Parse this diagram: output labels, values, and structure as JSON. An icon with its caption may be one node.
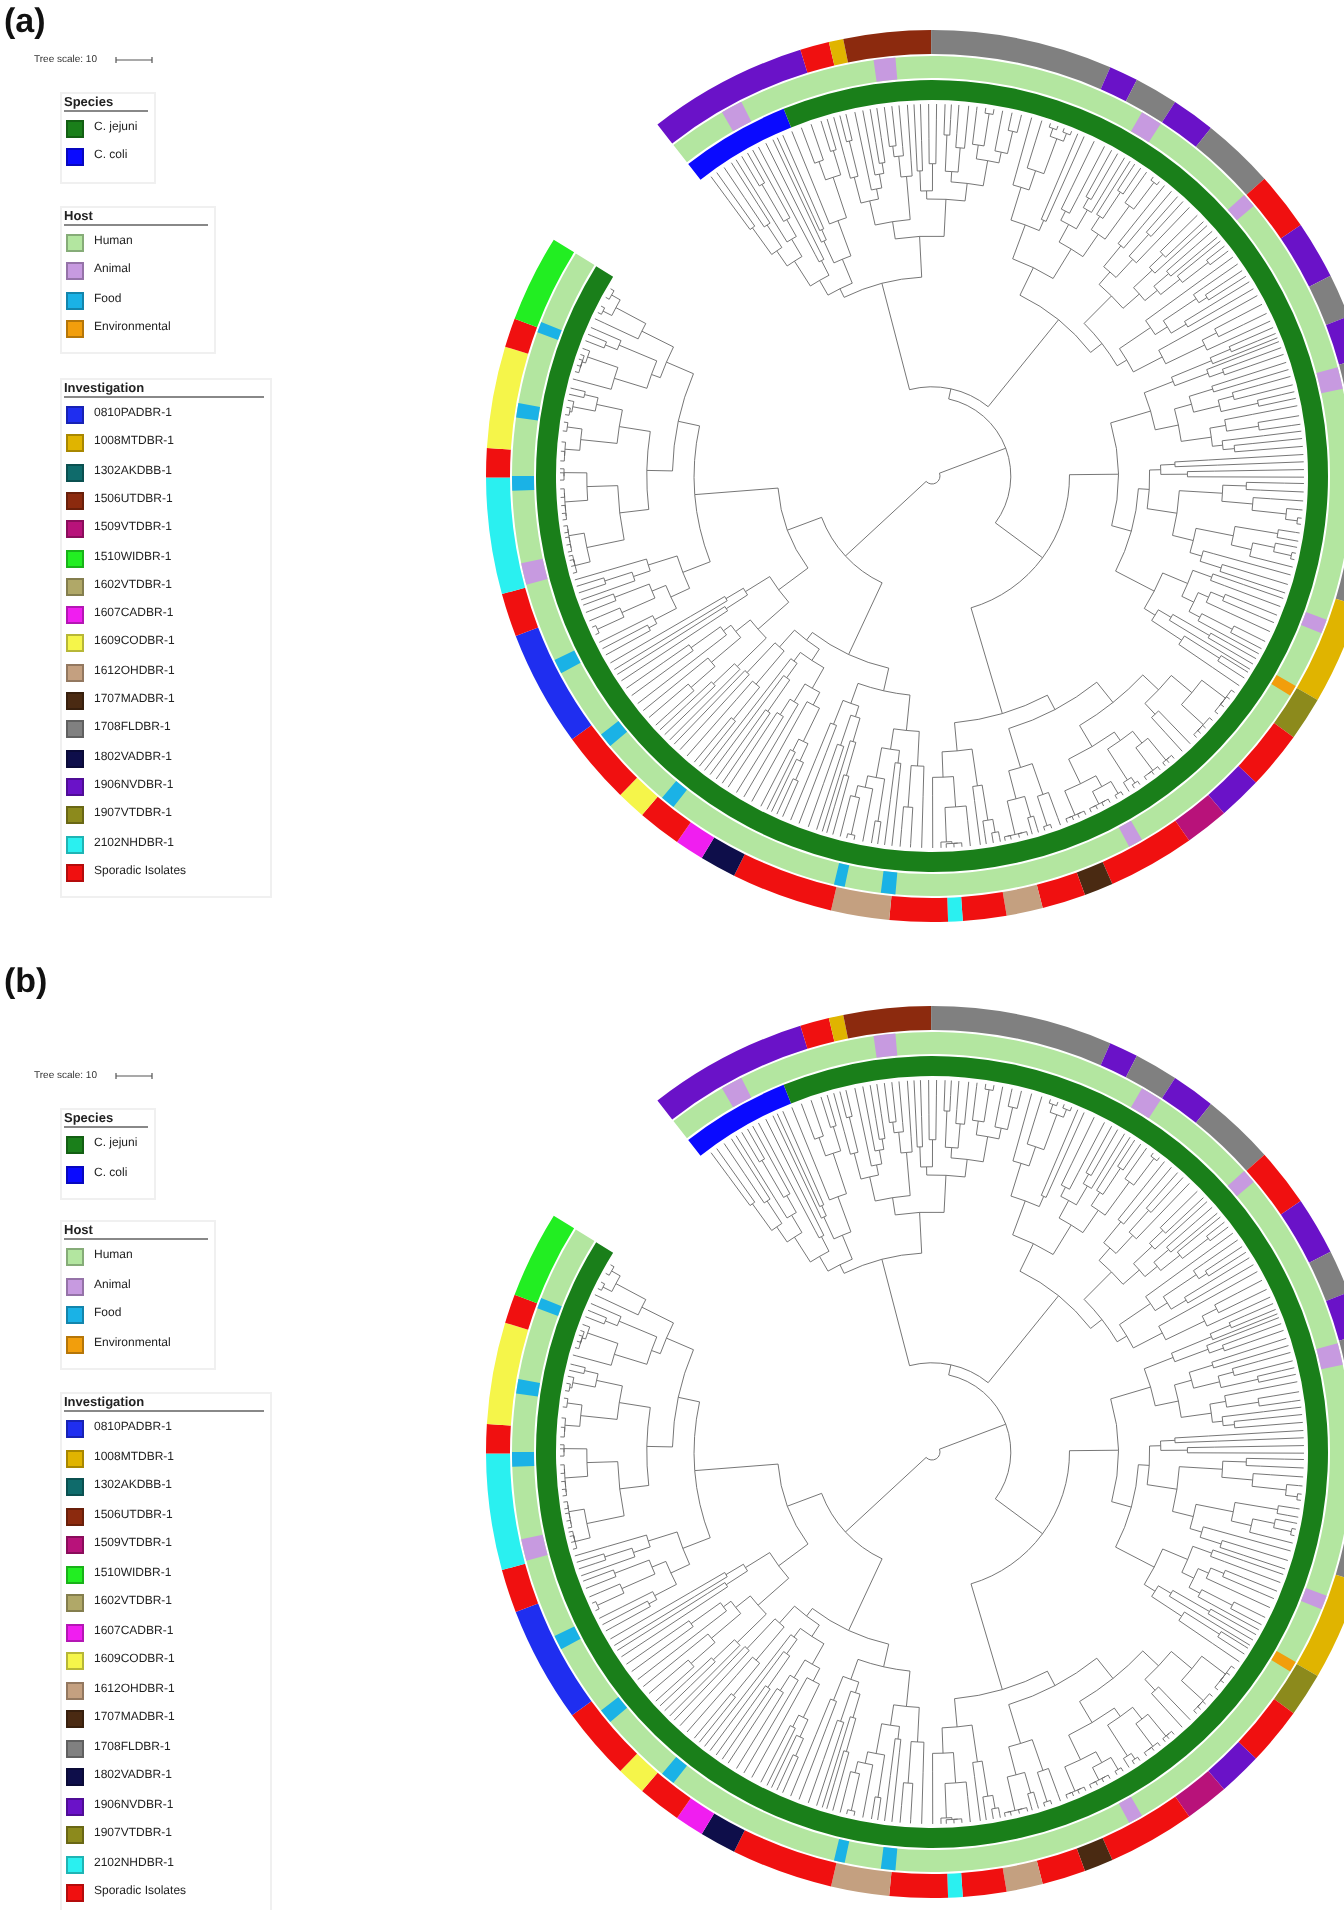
{
  "diagram": {
    "labels": [
      "(a)",
      "Tree scale: 10",
      "Species",
      "Host",
      "Investigation",
      "(b)",
      "Tree scale: 10",
      "Species",
      "Host",
      "Investigation"
    ],
    "legend": [
      {
        "text": "C. jejuni",
        "color": "#1a7f1a"
      },
      {
        "text": "C. coli",
        "color": "#0a0aff"
      },
      {
        "text": "Human",
        "color": "#b3e6a0"
      },
      {
        "text": "Animal",
        "color": "#c79ae0"
      },
      {
        "text": "Food",
        "color": "#1ab2e6"
      },
      {
        "text": "Environmental",
        "color": "#f29e0c"
      },
      {
        "text": "0810PADBR-1",
        "color": "#1f2ef0"
      },
      {
        "text": "1008MTDBR-1",
        "color": "#e0b400"
      },
      {
        "text": "1302AKDBB-1",
        "color": "#0f6b6b"
      },
      {
        "text": "1506UTDBR-1",
        "color": "#8c2a0e"
      },
      {
        "text": "1509VTDBR-1",
        "color": "#b8127a"
      },
      {
        "text": "1510WIDBR-1",
        "color": "#22ee22"
      },
      {
        "text": "1602VTDBR-1",
        "color": "#b0a868"
      },
      {
        "text": "1607CADBR-1",
        "color": "#f01ef0"
      },
      {
        "text": "1609CODBR-1",
        "color": "#f5f54a"
      },
      {
        "text": "1612OHDBR-1",
        "color": "#c4a080"
      },
      {
        "text": "1707MADBR-1",
        "color": "#4a2a12"
      },
      {
        "text": "1708FLDBR-1",
        "color": "#808080"
      },
      {
        "text": "1802VADBR-1",
        "color": "#0e0e4a"
      },
      {
        "text": "1906NVDBR-1",
        "color": "#6a12c8"
      },
      {
        "text": "1907VTDBR-1",
        "color": "#8c8a1c"
      },
      {
        "text": "2102NHDBR-1",
        "color": "#2af0f0"
      },
      {
        "text": "Sporadic Isolates",
        "color": "#f01010"
      },
      {
        "text": "C. jejuni",
        "color": "#1a7f1a"
      },
      {
        "text": "C. coli",
        "color": "#0a0aff"
      },
      {
        "text": "Human",
        "color": "#b3e6a0"
      },
      {
        "text": "Animal",
        "color": "#c79ae0"
      },
      {
        "text": "Food",
        "color": "#1ab2e6"
      },
      {
        "text": "Environmental",
        "color": "#f29e0c"
      },
      {
        "text": "0810PADBR-1",
        "color": "#1f2ef0"
      },
      {
        "text": "1008MTDBR-1",
        "color": "#e0b400"
      },
      {
        "text": "1302AKDBB-1",
        "color": "#0f6b6b"
      },
      {
        "text": "1506UTDBR-1",
        "color": "#8c2a0e"
      },
      {
        "text": "1509VTDBR-1",
        "color": "#b8127a"
      },
      {
        "text": "1510WIDBR-1",
        "color": "#22ee22"
      },
      {
        "text": "1602VTDBR-1",
        "color": "#b0a868"
      },
      {
        "text": "1607CADBR-1",
        "color": "#f01ef0"
      },
      {
        "text": "1609CODBR-1",
        "color": "#f5f54a"
      },
      {
        "text": "1612OHDBR-1",
        "color": "#c4a080"
      },
      {
        "text": "1707MADBR-1",
        "color": "#4a2a12"
      },
      {
        "text": "1708FLDBR-1",
        "color": "#808080"
      },
      {
        "text": "1802VADBR-1",
        "color": "#0e0e4a"
      },
      {
        "text": "1906NVDBR-1",
        "color": "#6a12c8"
      },
      {
        "text": "1907VTDBR-1",
        "color": "#8c8a1c"
      },
      {
        "text": "2102NHDBR-1",
        "color": "#2af0f0"
      },
      {
        "text": "Sporadic Isolates",
        "color": "#f01010"
      }
    ]
  }
}
